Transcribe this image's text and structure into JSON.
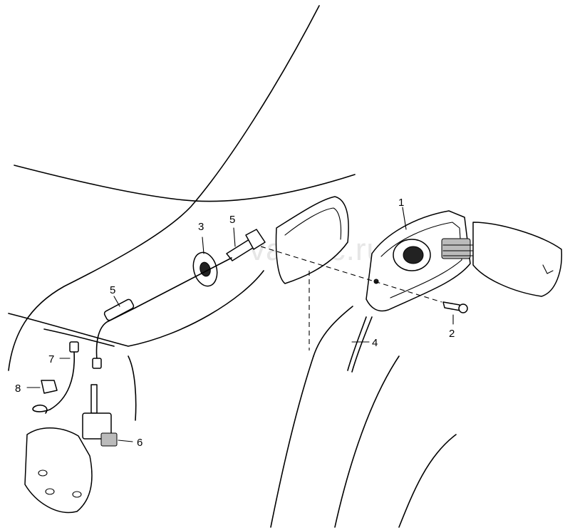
{
  "watermark": "vagtec.ru",
  "callouts": {
    "c1": "1",
    "c2": "2",
    "c3": "3",
    "c4": "4",
    "c5a": "5",
    "c5b": "5",
    "c6": "6",
    "c7": "7",
    "c8": "8"
  }
}
